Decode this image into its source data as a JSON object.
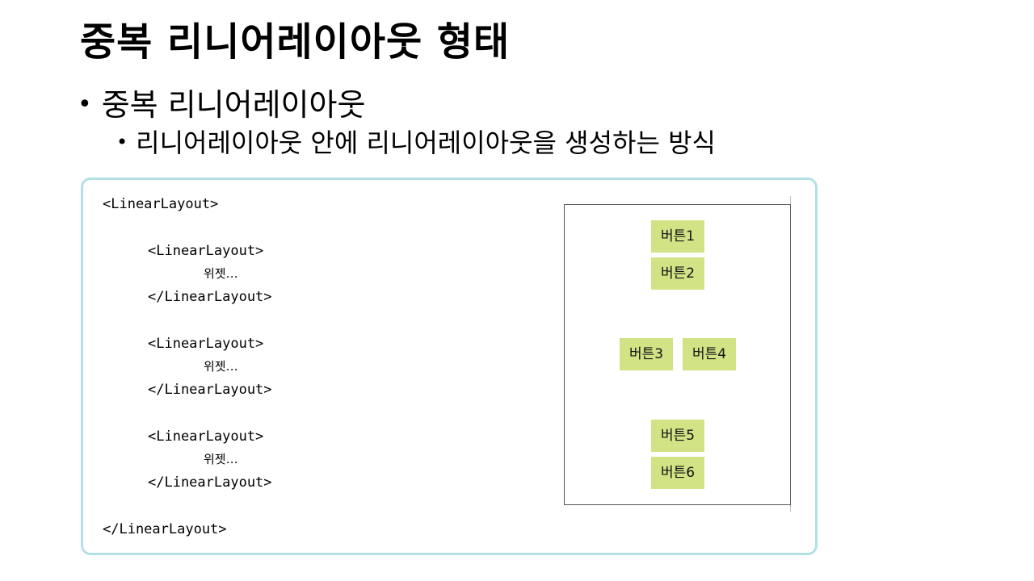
{
  "slide": {
    "title": "중복 리니어레이아웃 형태",
    "bullet_level1": "중복 리니어레이아웃",
    "bullet_level2": "리니어레이아웃 안에 리니어레이아웃을 생성하는 방식",
    "bullet_glyph": "•"
  },
  "code": {
    "outer_open": "<LinearLayout>",
    "blocks": [
      {
        "open": "<LinearLayout>",
        "body": "위젯…",
        "close": "</LinearLayout>"
      },
      {
        "open": "<LinearLayout>",
        "body": "위젯…",
        "close": "</LinearLayout>"
      },
      {
        "open": "<LinearLayout>",
        "body": "위젯…",
        "close": "</LinearLayout>"
      }
    ],
    "outer_close": "</LinearLayout>"
  },
  "preview": {
    "buttons": [
      "버튼1",
      "버튼2",
      "버튼3",
      "버튼4",
      "버튼5",
      "버튼6"
    ],
    "button_color": "#d2e386",
    "frame_color": "#555555",
    "box_border_color": "#b3dfe6"
  }
}
